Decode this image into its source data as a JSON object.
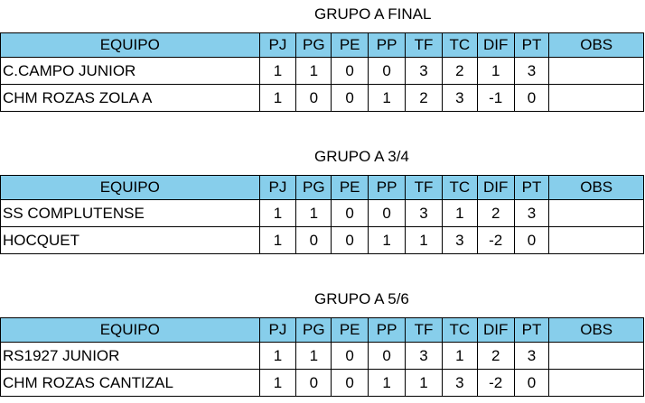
{
  "headers": [
    "EQUIPO",
    "PJ",
    "PG",
    "PE",
    "PP",
    "TF",
    "TC",
    "DIF",
    "PT",
    "OBS"
  ],
  "groups": [
    {
      "title": "GRUPO A FINAL",
      "rows": [
        [
          "C.CAMPO JUNIOR",
          "1",
          "1",
          "0",
          "0",
          "3",
          "2",
          "1",
          "3",
          ""
        ],
        [
          "CHM ROZAS ZOLA A",
          "1",
          "0",
          "0",
          "1",
          "2",
          "3",
          "-1",
          "0",
          ""
        ]
      ]
    },
    {
      "title": "GRUPO A 3/4",
      "rows": [
        [
          "SS COMPLUTENSE",
          "1",
          "1",
          "0",
          "0",
          "3",
          "1",
          "2",
          "3",
          ""
        ],
        [
          "HOCQUET",
          "1",
          "0",
          "0",
          "1",
          "1",
          "3",
          "-2",
          "0",
          ""
        ]
      ]
    },
    {
      "title": "GRUPO A 5/6",
      "rows": [
        [
          "RS1927 JUNIOR",
          "1",
          "1",
          "0",
          "0",
          "3",
          "1",
          "2",
          "3",
          ""
        ],
        [
          "CHM ROZAS CANTIZAL",
          "1",
          "0",
          "0",
          "1",
          "1",
          "3",
          "-2",
          "0",
          ""
        ]
      ]
    }
  ],
  "colors": {
    "header_bg": "#87ceeb",
    "border": "#000000"
  }
}
